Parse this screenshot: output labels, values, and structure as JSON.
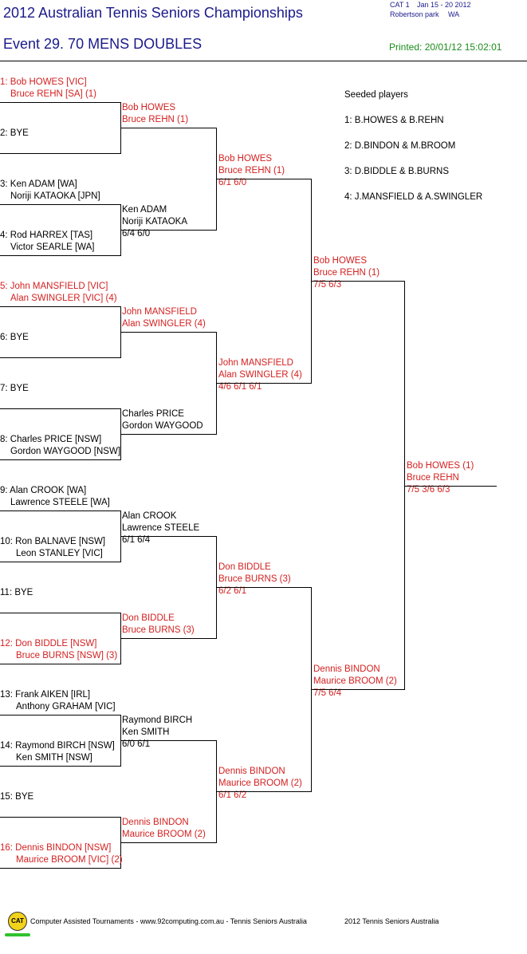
{
  "header": {
    "title": "2012 Australian Tennis Seniors Championships",
    "event": "Event 29. 70 MENS DOUBLES",
    "category": "CAT 1",
    "dates": "Jan 15 - 20 2012",
    "venue": "Robertson park",
    "state": "WA",
    "printed": "Printed: 20/01/12 15:02:01"
  },
  "seeded": {
    "title": "Seeded players",
    "items": [
      "1: B.HOWES & B.REHN",
      "2: D.BINDON & M.BROOM",
      "3: D.BIDDLE & B.BURNS",
      "4: J.MANSFIELD & A.SWINGLER"
    ]
  },
  "round1": [
    {
      "l1": "1: Bob HOWES [VIC]",
      "l2": "Bruce REHN [SA] (1)"
    },
    {
      "l1": "2: BYE",
      "l2": ""
    },
    {
      "l1": "3: Ken ADAM [WA]",
      "l2": "Noriji KATAOKA [JPN]"
    },
    {
      "l1": "4: Rod HARREX [TAS]",
      "l2": "Victor SEARLE [WA]"
    },
    {
      "l1": "5: John MANSFIELD [VIC]",
      "l2": "Alan SWINGLER [VIC] (4)"
    },
    {
      "l1": "6: BYE",
      "l2": ""
    },
    {
      "l1": "7: BYE",
      "l2": ""
    },
    {
      "l1": "8: Charles PRICE [NSW]",
      "l2": "Gordon WAYGOOD [NSW]"
    },
    {
      "l1": "9: Alan CROOK [WA]",
      "l2": "Lawrence STEELE [WA]"
    },
    {
      "l1": "10: Ron BALNAVE [NSW]",
      "l2": "Leon STANLEY [VIC]"
    },
    {
      "l1": "11: BYE",
      "l2": ""
    },
    {
      "l1": "12: Don BIDDLE [NSW]",
      "l2": "Bruce BURNS [NSW] (3)"
    },
    {
      "l1": "13: Frank AIKEN [IRL]",
      "l2": "Anthony GRAHAM [VIC]"
    },
    {
      "l1": "14: Raymond BIRCH [NSW]",
      "l2": "Ken SMITH [NSW]"
    },
    {
      "l1": "15: BYE",
      "l2": ""
    },
    {
      "l1": "16: Dennis BINDON [NSW]",
      "l2": "Maurice BROOM [VIC] (2)"
    }
  ],
  "round2": [
    {
      "l1": "Bob HOWES",
      "l2": "Bruce REHN (1)",
      "score": ""
    },
    {
      "l1": "Ken ADAM",
      "l2": "Noriji KATAOKA",
      "score": "6/4 6/0"
    },
    {
      "l1": "John MANSFIELD",
      "l2": "Alan SWINGLER (4)",
      "score": ""
    },
    {
      "l1": "Charles PRICE",
      "l2": "Gordon WAYGOOD",
      "score": ""
    },
    {
      "l1": "Alan CROOK",
      "l2": "Lawrence STEELE",
      "score": "6/1 6/4"
    },
    {
      "l1": "Don BIDDLE",
      "l2": "Bruce BURNS (3)",
      "score": ""
    },
    {
      "l1": "Raymond BIRCH",
      "l2": "Ken SMITH",
      "score": "6/0 6/1"
    },
    {
      "l1": "Dennis BINDON",
      "l2": "Maurice BROOM (2)",
      "score": ""
    }
  ],
  "quarterfinals": [
    {
      "l1": "Bob HOWES",
      "l2": "Bruce REHN (1)",
      "score": "6/1 6/0"
    },
    {
      "l1": "John MANSFIELD",
      "l2": "Alan SWINGLER (4)",
      "score": "4/6 6/1 6/1"
    },
    {
      "l1": "Don BIDDLE",
      "l2": "Bruce BURNS (3)",
      "score": "6/2 6/1"
    },
    {
      "l1": "Dennis BINDON",
      "l2": "Maurice BROOM (2)",
      "score": "6/1 6/2"
    }
  ],
  "semifinals": [
    {
      "l1": "Bob HOWES",
      "l2": "Bruce REHN (1)",
      "score": "7/5 6/3"
    },
    {
      "l1": "Dennis BINDON",
      "l2": "Maurice BROOM (2)",
      "score": "7/5 6/4"
    }
  ],
  "final": {
    "l1": "Bob HOWES (1)",
    "l2": "Bruce REHN",
    "score": "7/5 3/6 6/3"
  },
  "footer": {
    "logo_text": "CAT",
    "left": "Computer Assisted Tournaments - www.92computing.com.au -  Tennis Seniors Australia",
    "right": "2012 Tennis Seniors Australia"
  },
  "colors": {
    "title": "#1a1a8c",
    "seeded_red": "#d42020",
    "printed": "#1a8c1a"
  }
}
